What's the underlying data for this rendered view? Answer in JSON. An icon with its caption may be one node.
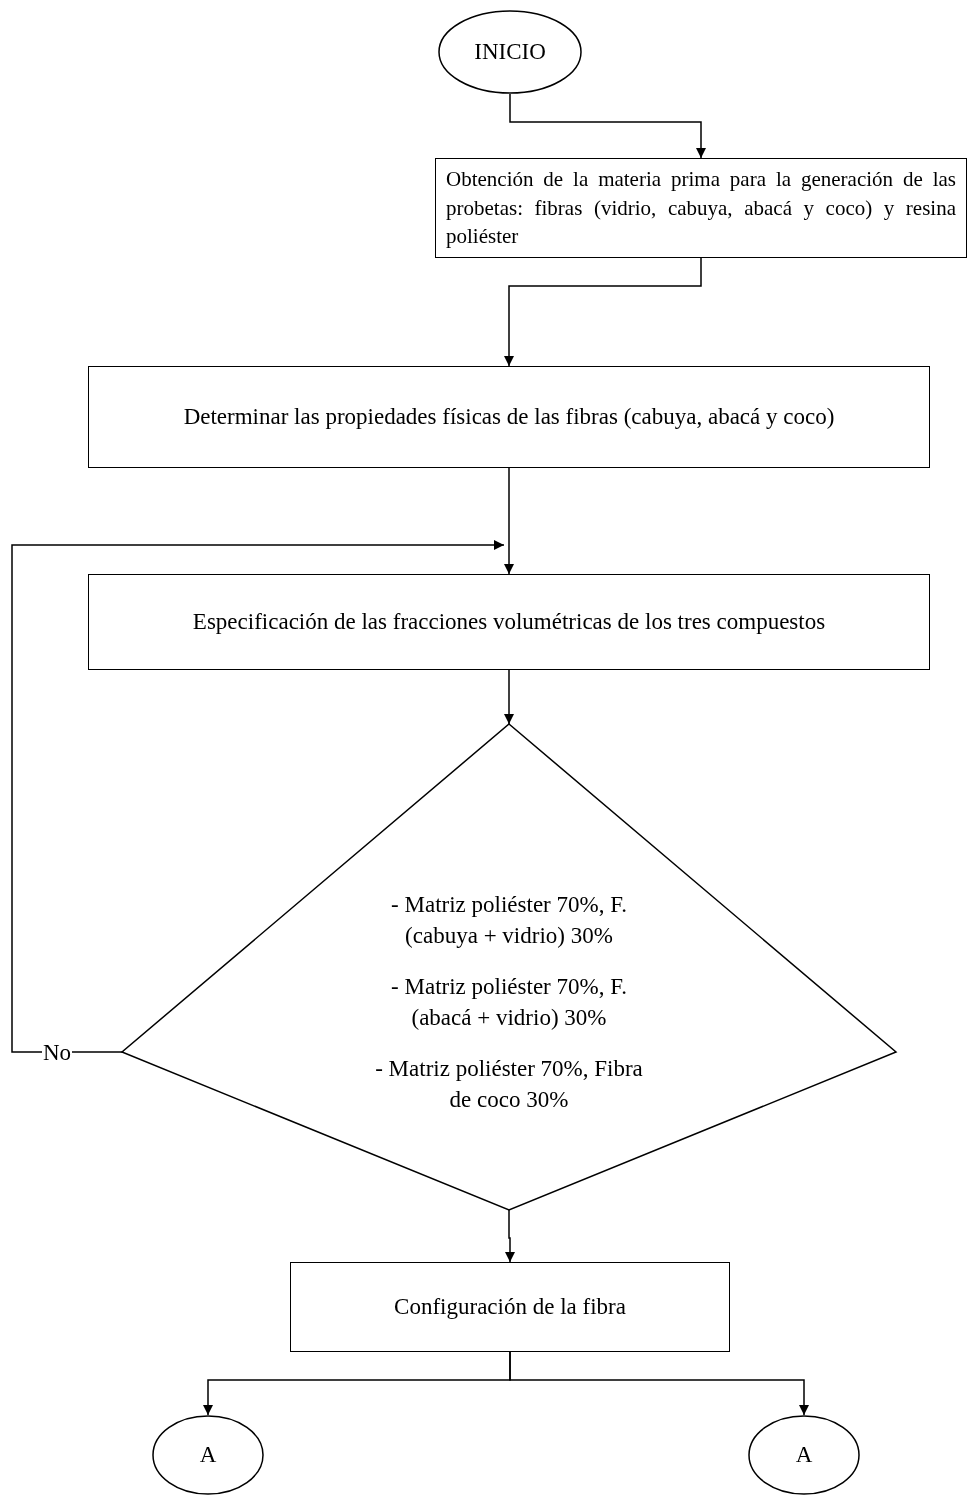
{
  "diagram": {
    "nodes": [
      {
        "text": [
          "INICIO"
        ]
      },
      {
        "text": [
          "Obtención de la materia prima para la generación de las probetas: fibras (vidrio, cabuya, abacá y coco) y resina poliéster"
        ]
      },
      {
        "text": [
          "Determinar las propiedades físicas de las fibras (cabuya, abacá y coco)"
        ]
      },
      {
        "text": [
          "Especificación de las fracciones volumétricas de los tres compuestos"
        ]
      },
      {
        "text": [
          "- Matriz poliéster 70%, F. (cabuya + vidrio) 30%",
          "- Matriz poliéster 70%, F. (abacá + vidrio) 30%",
          "- Matriz poliéster 70%, Fibra de coco 30%"
        ]
      },
      {
        "text": [
          "Configuración de la fibra"
        ]
      },
      {
        "text": [
          "A"
        ]
      },
      {
        "text": [
          "A"
        ]
      }
    ],
    "edges": [
      {
        "from": 0,
        "to": 1,
        "arrow": "to"
      },
      {
        "from": 1,
        "to": 2,
        "arrow": "to"
      },
      {
        "from": 2,
        "to": 3,
        "arrow": "to"
      },
      {
        "from": 4,
        "to": 3,
        "arrow": "to",
        "label": "No"
      },
      {
        "from": 3,
        "to": 4,
        "arrow": "to"
      },
      {
        "from": 4,
        "to": 5,
        "arrow": "to"
      },
      {
        "from": 5,
        "to": 6,
        "arrow": "to"
      },
      {
        "from": 5,
        "to": 7,
        "arrow": "to"
      }
    ]
  }
}
